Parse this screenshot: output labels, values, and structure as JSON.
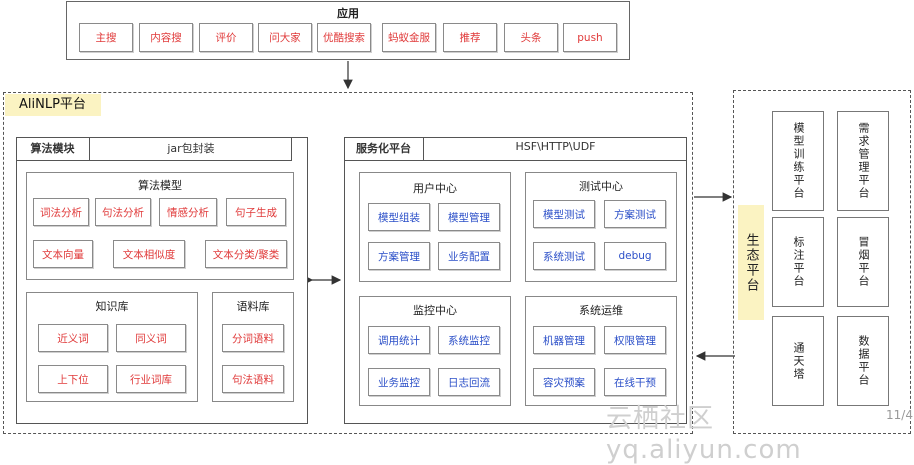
{
  "apps": {
    "title": "应用",
    "items": [
      "主搜",
      "内容搜",
      "评价",
      "问大家",
      "优酷搜索",
      "蚂蚁金服",
      "推荐",
      "头条",
      "push"
    ]
  },
  "platform": {
    "title": "AliNLP平台",
    "algo": {
      "title": "算法模块",
      "package": "jar包封装",
      "model": {
        "title": "算法模型",
        "row1": [
          "词法分析",
          "句法分析",
          "情感分析",
          "句子生成"
        ],
        "row2": [
          "文本向量",
          "文本相似度",
          "文本分类/聚类"
        ]
      },
      "kb": {
        "title": "知识库",
        "items": [
          "近义词",
          "同义词",
          "上下位",
          "行业词库"
        ]
      },
      "corpus": {
        "title": "语料库",
        "items": [
          "分词语料",
          "句法语料"
        ]
      }
    },
    "service": {
      "title": "服务化平台",
      "protocols": "HSF\\HTTP\\UDF",
      "user_center": {
        "title": "用户中心",
        "items": [
          "模型组装",
          "模型管理",
          "方案管理",
          "业务配置"
        ]
      },
      "test_center": {
        "title": "测试中心",
        "items": [
          "模型测试",
          "方案测试",
          "系统测试",
          "debug"
        ]
      },
      "monitor_center": {
        "title": "监控中心",
        "items": [
          "调用统计",
          "系统监控",
          "业务监控",
          "日志回流"
        ]
      },
      "ops": {
        "title": "系统运维",
        "items": [
          "机器管理",
          "权限管理",
          "容灾预案",
          "在线干预"
        ]
      }
    }
  },
  "ecosystem": {
    "title": "生态平台",
    "items": [
      "模型训练平台",
      "需求管理平台",
      "标注平台",
      "冒烟平台",
      "通天塔",
      "数据平台"
    ]
  },
  "watermark": "云栖社区 yq.aliyun.com",
  "page_number": "11/4",
  "colors": {
    "red_text": "#e03a3a",
    "blue_text": "#2b4fc8",
    "highlight": "#fbf3c2"
  }
}
